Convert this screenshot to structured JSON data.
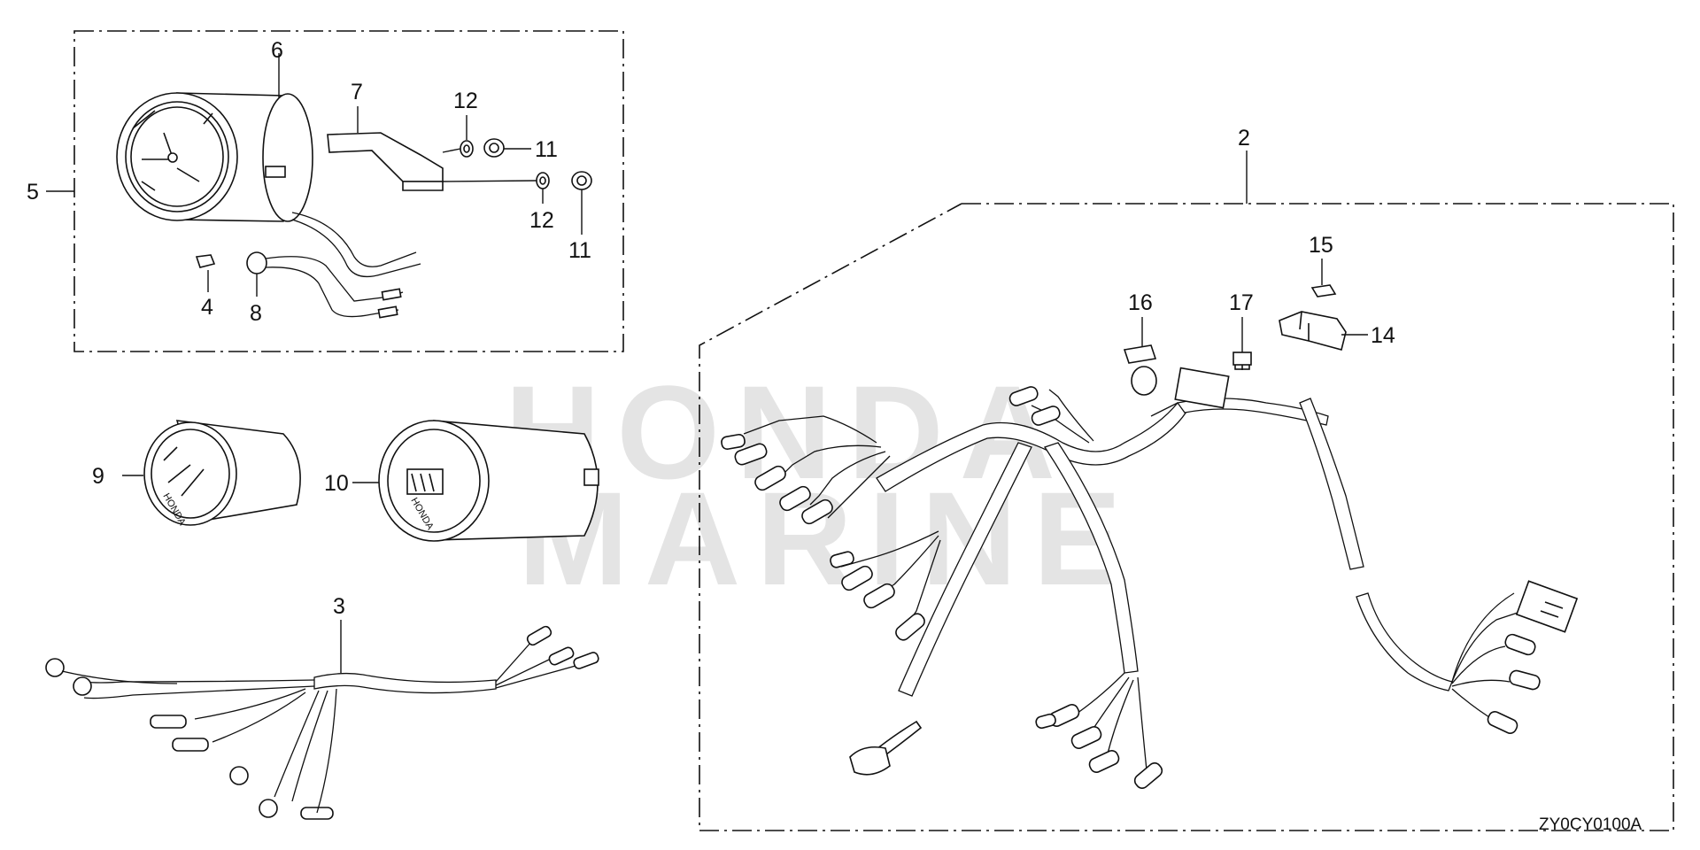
{
  "callouts": {
    "c2": "2",
    "c3": "3",
    "c4": "4",
    "c5": "5",
    "c6": "6",
    "c7": "7",
    "c8": "8",
    "c9": "9",
    "c10": "10",
    "c11a": "11",
    "c11b": "11",
    "c12a": "12",
    "c12b": "12",
    "c14": "14",
    "c15": "15",
    "c16": "16",
    "c17": "17"
  },
  "watermark": {
    "line1": "HONDA",
    "line2": "MARINE"
  },
  "gauge_brand": "HONDA",
  "diagram_code": "ZY0CY0100A",
  "colors": {
    "line": "#111111",
    "background": "#ffffff",
    "watermark": "#cfcfcf"
  }
}
